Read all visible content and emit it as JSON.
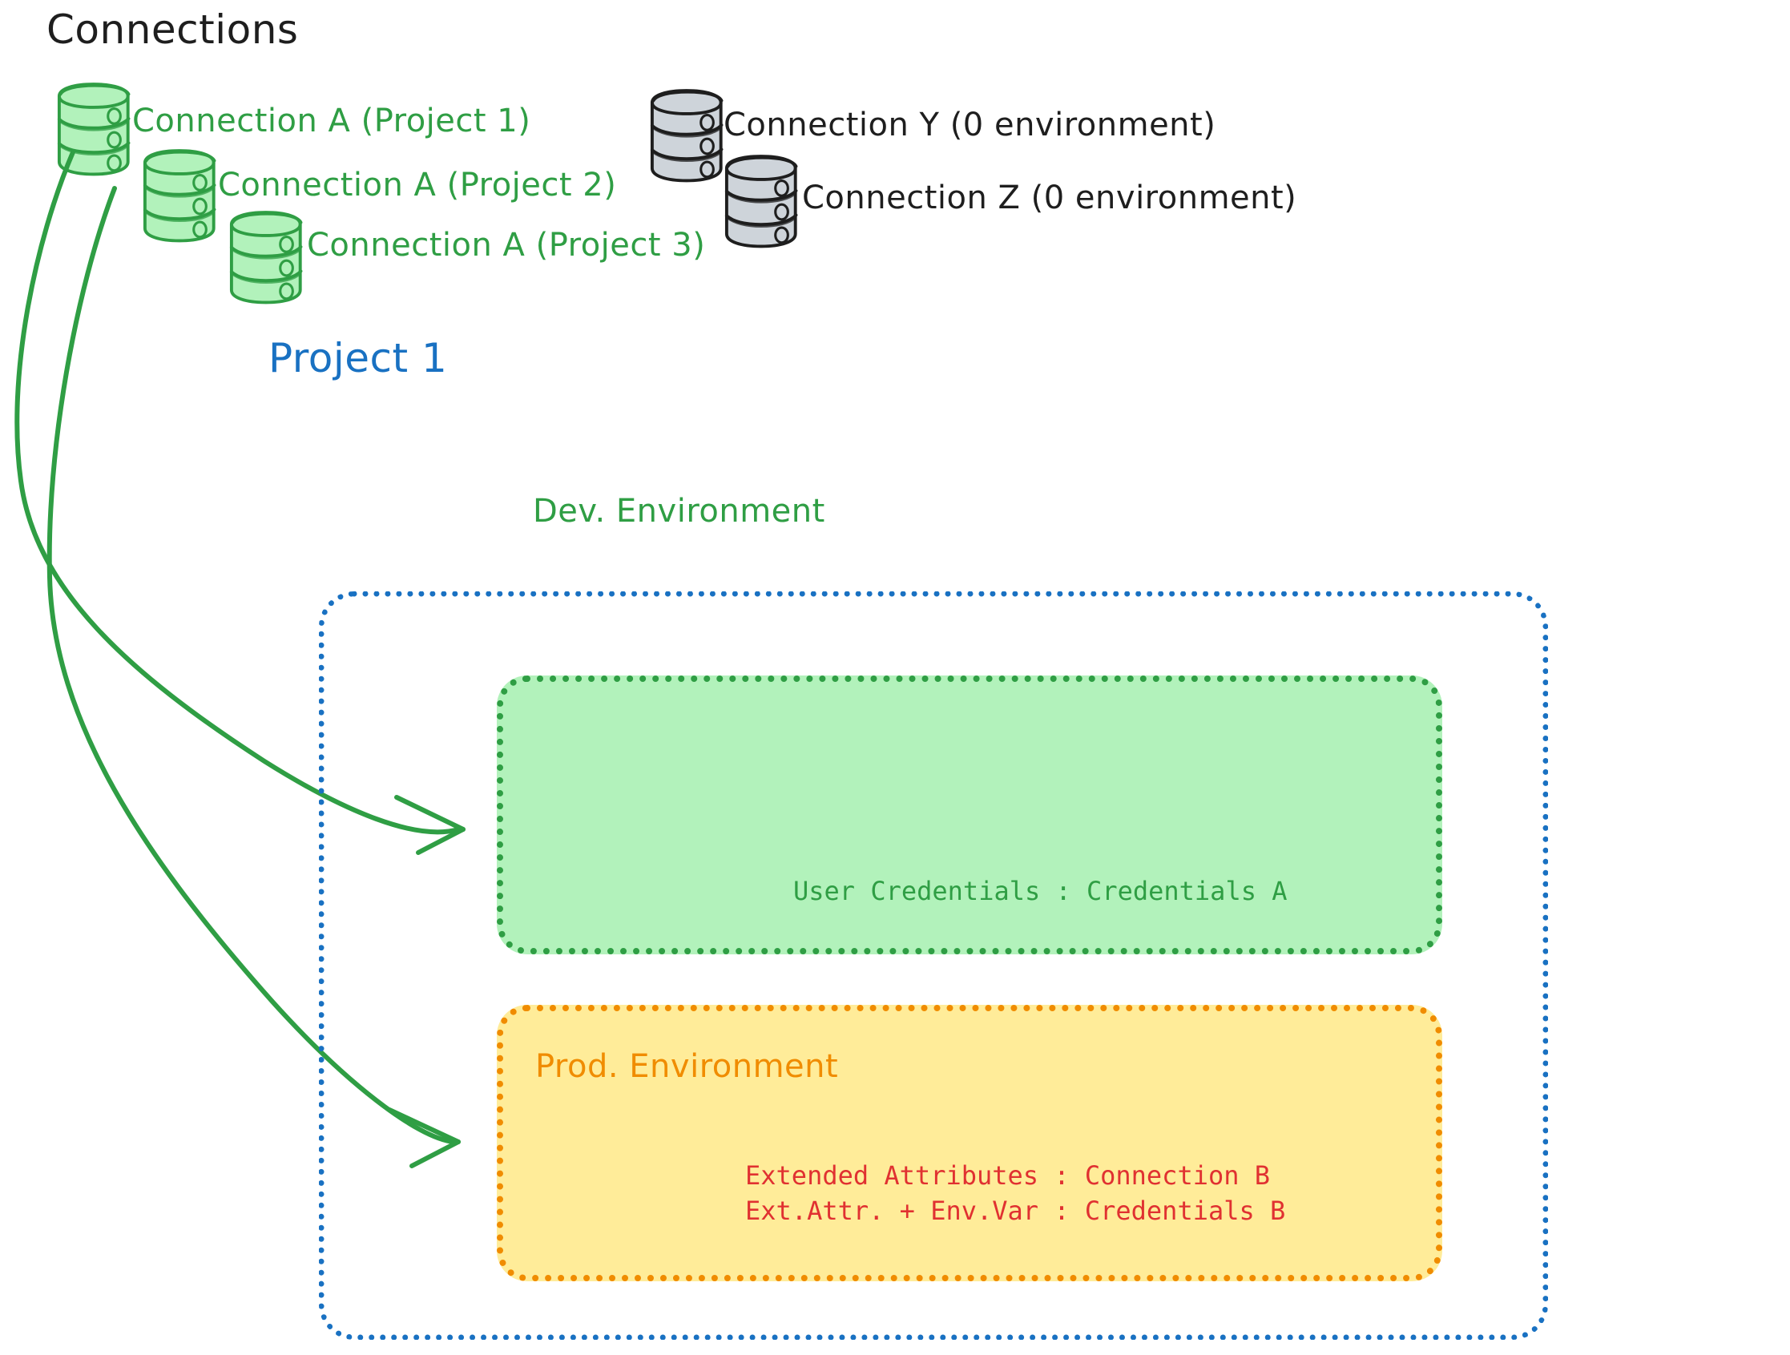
{
  "diagram": {
    "heading": "Connections",
    "project_label": "Project 1"
  },
  "connections": {
    "green": [
      {
        "label": "Connection A (Project 1)",
        "icon": "database-icon",
        "color": "#2f9e44",
        "fill": "#b2f2bb"
      },
      {
        "label": "Connection A (Project 2)",
        "icon": "database-icon",
        "color": "#2f9e44",
        "fill": "#b2f2bb"
      },
      {
        "label": "Connection A (Project 3)",
        "icon": "database-icon",
        "color": "#2f9e44",
        "fill": "#b2f2bb"
      }
    ],
    "gray": [
      {
        "label": "Connection Y (0 environment)",
        "icon": "database-icon",
        "color": "#1e1e1e",
        "fill": "#ced4da"
      },
      {
        "label": "Connection Z (0 environment)",
        "icon": "database-icon",
        "color": "#1e1e1e",
        "fill": "#ced4da"
      }
    ]
  },
  "environments": [
    {
      "title": "Dev. Environment",
      "color": "#2f9e44",
      "fill": "#b2f2bb",
      "rows": [
        "User Credentials : Credentials A"
      ],
      "row_color": "#2f9e44"
    },
    {
      "title": "Prod. Environment",
      "color": "#f08c00",
      "fill": "#ffec99",
      "rows": [
        "Extended Attributes : Connection B",
        "Ext.Attr. + Env.Var : Credentials B"
      ],
      "row_color": "#e03131"
    }
  ],
  "arrows": [
    {
      "name": "arrow-connection-a-to-dev",
      "color": "#2f9e44"
    },
    {
      "name": "arrow-connection-a-to-prod",
      "color": "#2f9e44"
    }
  ],
  "colors": {
    "project_border": "#1971c2",
    "dev_border": "#2f9e44",
    "prod_border": "#f08c00",
    "arrow": "#2f9e44",
    "heading": "#1e1e1e"
  }
}
